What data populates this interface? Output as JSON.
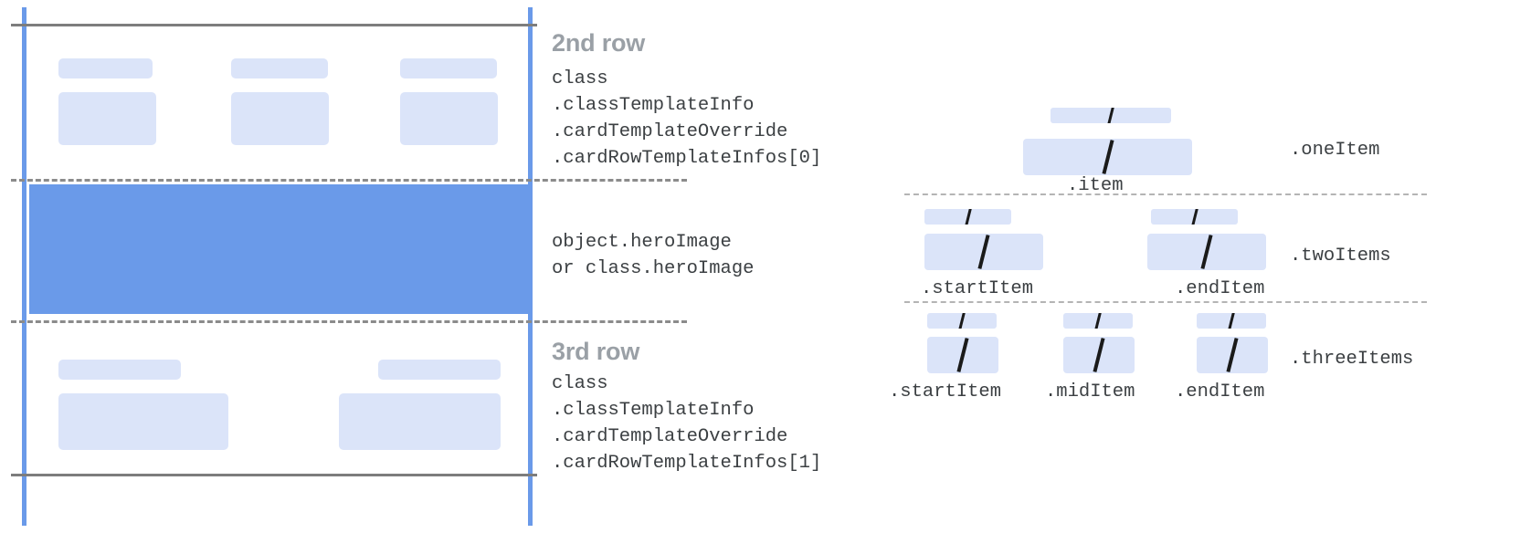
{
  "colors": {
    "accent_blue": "#6a9ae9",
    "chip_blue": "#dbe4f9",
    "rule_gray": "#7d7d7d",
    "dash_gray": "#8b8b8b",
    "dash_gray_light": "#b4b4b4",
    "title_gray": "#9aa0a6",
    "mono_text": "#3c4043",
    "slash_black": "#1a1a1a"
  },
  "left_diagram": {
    "second_row": {
      "title": "2nd row",
      "code": "class\n.classTemplateInfo\n.cardTemplateOverride\n.cardRowTemplateInfos[0]"
    },
    "hero": {
      "code": "object.heroImage\nor class.heroImage"
    },
    "third_row": {
      "title": "3rd row",
      "code": "class\n.classTemplateInfo\n.cardTemplateOverride\n.cardRowTemplateInfos[1]"
    }
  },
  "right_diagram": {
    "groups": [
      {
        "name": "oneItem",
        "row_label": ".oneItem",
        "items": [
          {
            "label": ".item",
            "slash": "/"
          }
        ]
      },
      {
        "name": "twoItems",
        "row_label": ".twoItems",
        "items": [
          {
            "label": ".startItem",
            "slash": "/"
          },
          {
            "label": ".endItem",
            "slash": "/"
          }
        ]
      },
      {
        "name": "threeItems",
        "row_label": ".threeItems",
        "items": [
          {
            "label": ".startItem",
            "slash": "/"
          },
          {
            "label": ".midItem",
            "slash": "/"
          },
          {
            "label": ".endItem",
            "slash": "/"
          }
        ]
      }
    ]
  }
}
